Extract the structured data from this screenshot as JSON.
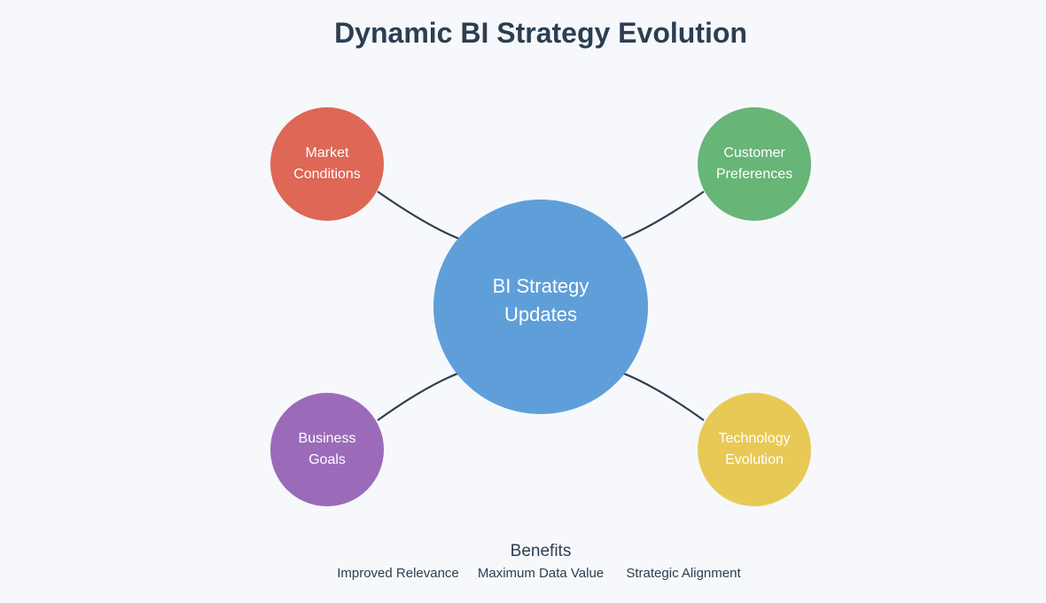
{
  "title": "Dynamic BI Strategy Evolution",
  "center": {
    "lines": [
      "BI Strategy",
      "Updates"
    ],
    "color": "#5f9fd9"
  },
  "nodes": [
    {
      "id": "market-conditions",
      "lines": [
        "Market",
        "Conditions"
      ],
      "color": "#de6756"
    },
    {
      "id": "customer-preferences",
      "lines": [
        "Customer",
        "Preferences"
      ],
      "color": "#67b577"
    },
    {
      "id": "business-goals",
      "lines": [
        "Business",
        "Goals"
      ],
      "color": "#9b6bb9"
    },
    {
      "id": "technology-evolution",
      "lines": [
        "Technology",
        "Evolution"
      ],
      "color": "#e8c955"
    }
  ],
  "benefits": {
    "heading": "Benefits",
    "items": [
      "Improved Relevance",
      "Maximum Data Value",
      "Strategic Alignment"
    ]
  },
  "colors": {
    "background": "#f6f8fb",
    "text": "#2c3e50",
    "connector": "#2c3e50"
  }
}
